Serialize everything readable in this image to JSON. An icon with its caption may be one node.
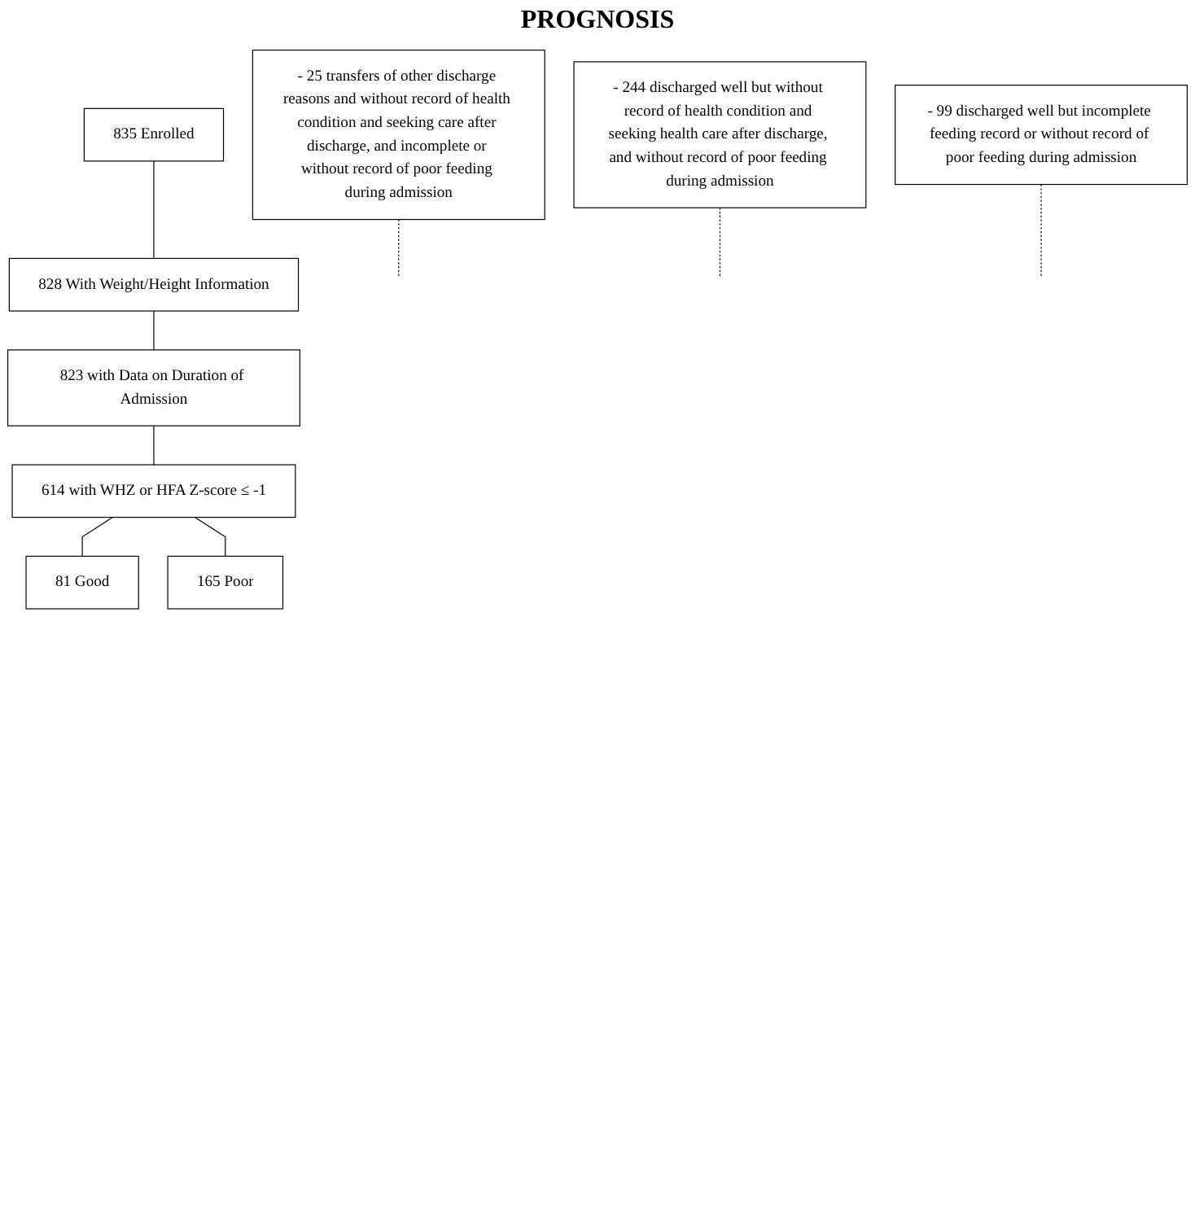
{
  "diagram": {
    "nodes": [
      {
        "text": [
          "835 Enrolled"
        ]
      },
      {
        "text": [
          "828 With Weight/Height Information"
        ]
      },
      {
        "text": [
          "823 with Data on Duration of Admission"
        ]
      },
      {
        "text": [
          "614 with WHZ or HFA Z-score ≤ -1"
        ]
      },
      {
        "text": [
          "- 25 transfers of other discharge reasons and without record of health condition and seeking care after discharge, and incomplete or without record of poor feeding during admission"
        ]
      },
      {
        "text": [
          "- 244 discharged well but without record of health condition and seeking health care after discharge, and without record of poor feeding during admission"
        ]
      },
      {
        "text": [
          "- 99 discharged well but incomplete feeding record or without record of poor feeding during admission"
        ]
      },
      {
        "text": [
          "81 Good"
        ]
      },
      {
        "text": [
          "165 Poor"
        ]
      }
    ],
    "edges": [
      {
        "from": 0,
        "to": 1,
        "arrow": "none"
      },
      {
        "from": 1,
        "to": 2,
        "arrow": "none"
      },
      {
        "from": 2,
        "to": 3,
        "arrow": "none"
      },
      {
        "from": 3,
        "to": 7,
        "arrow": "none"
      },
      {
        "from": 3,
        "to": 8,
        "arrow": "none"
      },
      {
        "from": 4,
        "to": null,
        "arrow": "none",
        "style": "dashed"
      },
      {
        "from": 5,
        "to": null,
        "arrow": "none",
        "style": "dashed"
      },
      {
        "from": 6,
        "to": null,
        "arrow": "none",
        "style": "dashed"
      }
    ],
    "labels": [
      "PROGNOSIS"
    ]
  }
}
